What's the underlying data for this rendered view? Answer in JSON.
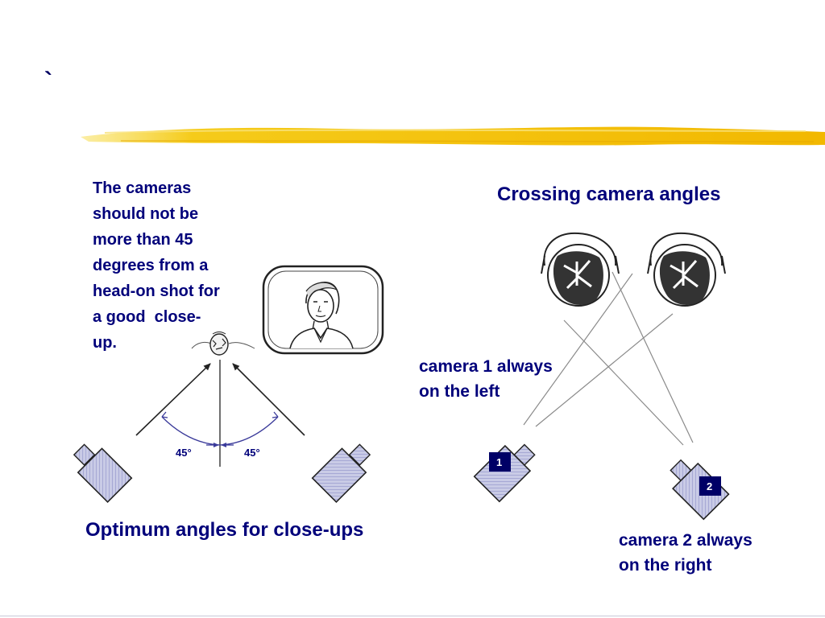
{
  "slide": {
    "title_mark": "`",
    "accent_color": "#f5c400",
    "text_color": "#00007a",
    "left_panel": {
      "note_lines": [
        "The cameras",
        "should not be",
        "more than 45",
        "degrees from a",
        "head-on shot for",
        "a good  close-",
        "up."
      ],
      "angle_left": "45°",
      "angle_right": "45°",
      "caption": "Optimum angles for close-ups"
    },
    "right_panel": {
      "title": "Crossing camera angles",
      "camera1_lines": [
        "camera 1 always",
        "on the left"
      ],
      "camera2_lines": [
        "camera 2 always",
        "on the right"
      ],
      "camera1_number": "1",
      "camera2_number": "2"
    }
  }
}
